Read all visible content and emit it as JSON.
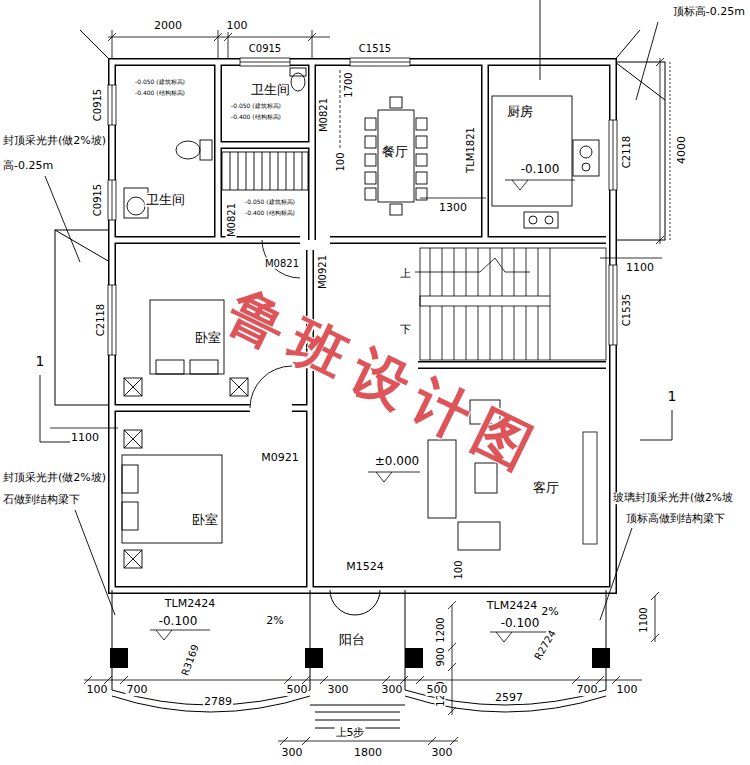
{
  "diagram": {
    "nodes": [
      {
        "text": [
          "卫生间"
        ]
      },
      {
        "text": [
          "卫生间"
        ]
      },
      {
        "text": [
          "餐厅"
        ]
      },
      {
        "text": [
          "厨房",
          "-0.100"
        ]
      },
      {
        "text": [
          "卧室"
        ]
      },
      {
        "text": [
          "卧室"
        ]
      },
      {
        "text": [
          "客厅"
        ]
      },
      {
        "text": [
          "阳台"
        ]
      }
    ],
    "labels": [
      "2000",
      "100",
      "C0915",
      "C1515",
      "顶标高-0.25m",
      "C0915",
      "C0915",
      "封顶采光井(做2%坡)",
      "高-0.25m",
      "-0.050 (建筑标高)",
      "-0.400 (结构标高)",
      "-0.050 (建筑标高)",
      "-0.400 (结构标高)",
      "-0.050 (建筑标高)",
      "-0.400 (结构标高)",
      "M0821",
      "1700",
      "100",
      "TLM1821",
      "1300",
      "C2118",
      "4000",
      "M0821",
      "M0821",
      "M0921",
      "1100",
      "C1535",
      "上",
      "下",
      "C2118",
      "1",
      "1100",
      "1",
      "M0921",
      "±0.000",
      "M1524",
      "100",
      "封顶采光井(做2%坡)",
      "石做到结构梁下",
      "玻璃封顶采光井(做2%坡",
      "顶标高做到结构梁下",
      "TLM2424",
      "-0.100",
      "2%",
      "R3169",
      "TLM2424",
      "-0.100",
      "2%",
      "R2724",
      "1200",
      "900",
      "1200",
      "1100",
      "100",
      "700",
      "2789",
      "500",
      "300",
      "300",
      "500",
      "2597",
      "700",
      "100",
      "上5步",
      "300",
      "1800",
      "300",
      "鲁班设计图"
    ]
  }
}
